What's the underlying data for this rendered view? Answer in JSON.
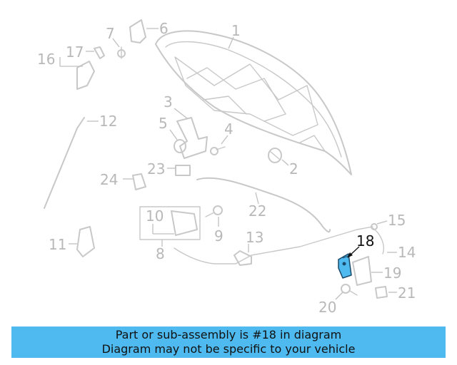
{
  "callouts": {
    "c1": "1",
    "c2": "2",
    "c3": "3",
    "c4": "4",
    "c5": "5",
    "c6": "6",
    "c7": "7",
    "c8": "8",
    "c9": "9",
    "c10": "10",
    "c11": "11",
    "c12": "12",
    "c13": "13",
    "c14": "14",
    "c15": "15",
    "c16": "16",
    "c17": "17",
    "c18": "18",
    "c19": "19",
    "c20": "20",
    "c21": "21",
    "c22": "22",
    "c23": "23",
    "c24": "24"
  },
  "highlight": {
    "part_number": "18",
    "color": "#4ebaf0"
  },
  "banner": {
    "line1": "Part or sub-assembly is #18 in diagram",
    "line2": "Diagram may not be specific to your vehicle",
    "background": "#4ebaf0"
  }
}
